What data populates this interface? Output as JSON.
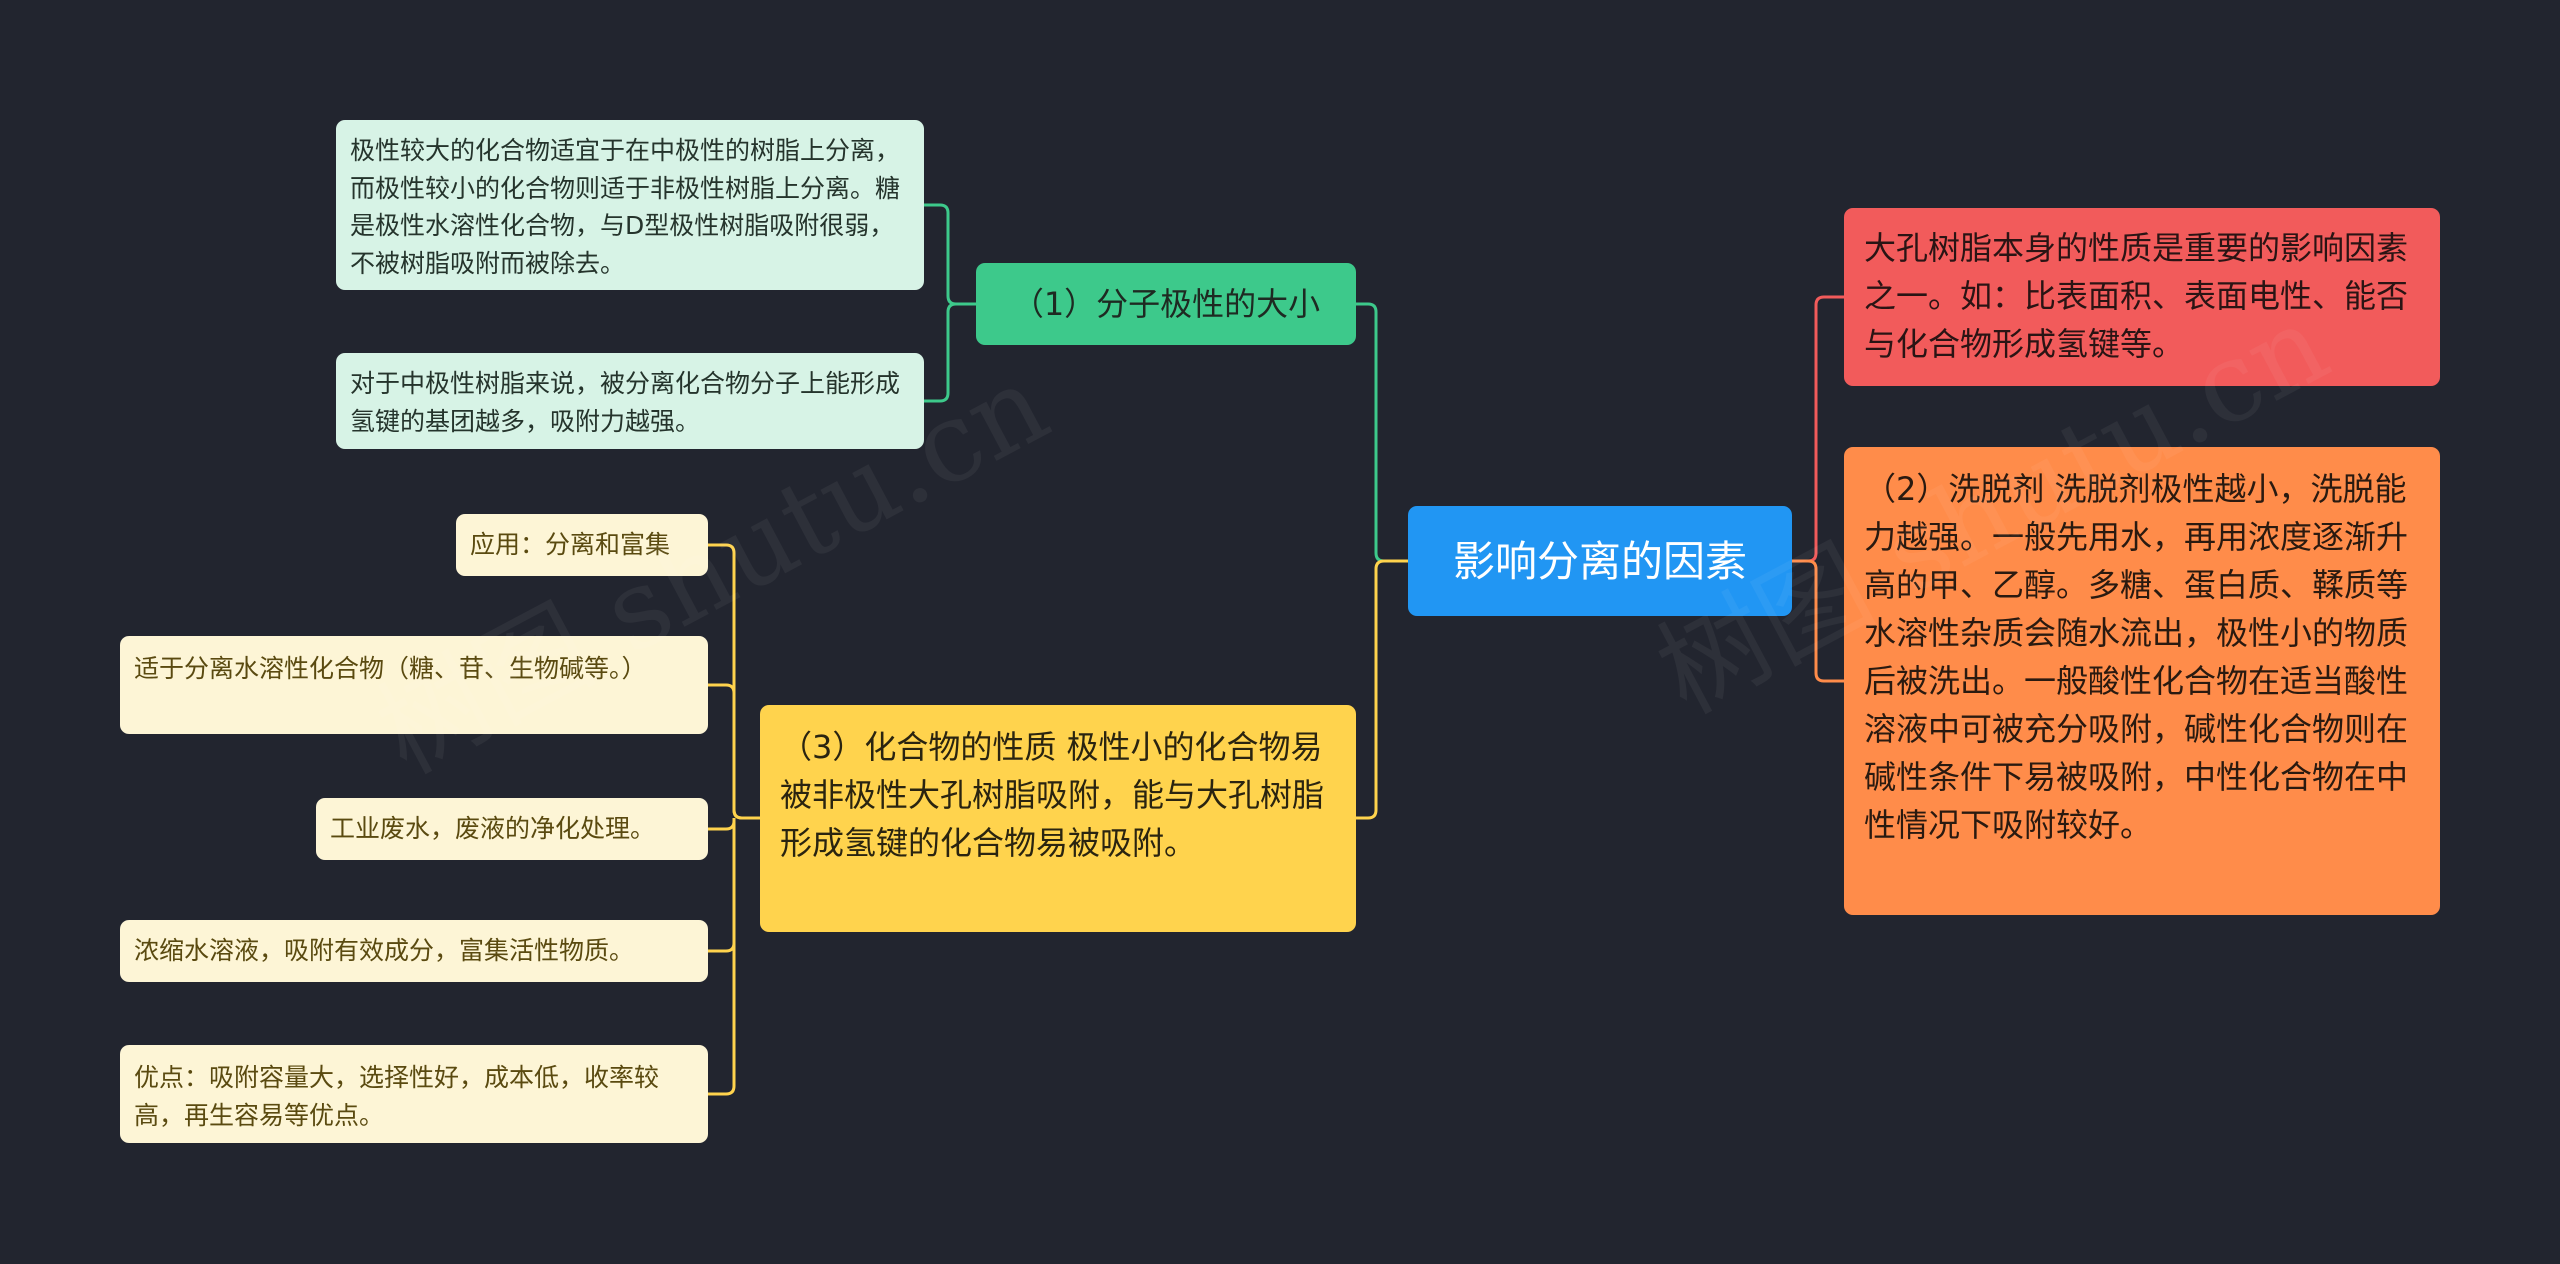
{
  "root": {
    "label": "影响分离的因素"
  },
  "branches": {
    "molecular_polarity": {
      "label": "（1）分子极性的大小",
      "details": [
        "极性较大的化合物适宜于在中极性的树脂上分离，而极性较小的化合物则适于非极性树脂上分离。糖是极性水溶性化合物，与D型极性树脂吸附很弱，不被树脂吸附而被除去。",
        "对于中极性树脂来说，被分离化合物分子上能形成氢键的基团越多，吸附力越强。"
      ]
    },
    "compound_properties": {
      "label": "（3）化合物的性质 极性小的化合物易被非极性大孔树脂吸附，能与大孔树脂形成氢键的化合物易被吸附。",
      "details": [
        "应用：分离和富集",
        "适于分离水溶性化合物（糖、苷、生物碱等。）",
        "工业废水，废液的净化处理。",
        "浓缩水溶液，吸附有效成分，富集活性物质。",
        "优点：吸附容量大，选择性好，成本低，收率较高，再生容易等优点。"
      ]
    },
    "resin_nature": {
      "label": "大孔树脂本身的性质是重要的影响因素之一。如：比表面积、表面电性、能否与化合物形成氢键等。"
    },
    "eluent": {
      "label": "（2）洗脱剂 洗脱剂极性越小，洗脱能力越强。一般先用水，再用浓度逐渐升高的甲、乙醇。多糖、蛋白质、鞣质等水溶性杂质会随水流出，极性小的物质后被洗出。一般酸性化合物在适当酸性溶液中可被充分吸附，碱性化合物则在碱性条件下易被吸附，中性化合物在中性情况下吸附较好。"
    }
  },
  "watermark": {
    "text": "树图 shutu.cn"
  },
  "colors": {
    "background": "#22252f",
    "root": "#2196f3",
    "green_branch": "#3dc98b",
    "yellow_branch": "#ffd34d",
    "red_branch": "#f25b5b",
    "orange_branch": "#ff8c4a",
    "mint_leaf": "#d7f3e6",
    "cream_leaf": "#fdf5d6"
  }
}
